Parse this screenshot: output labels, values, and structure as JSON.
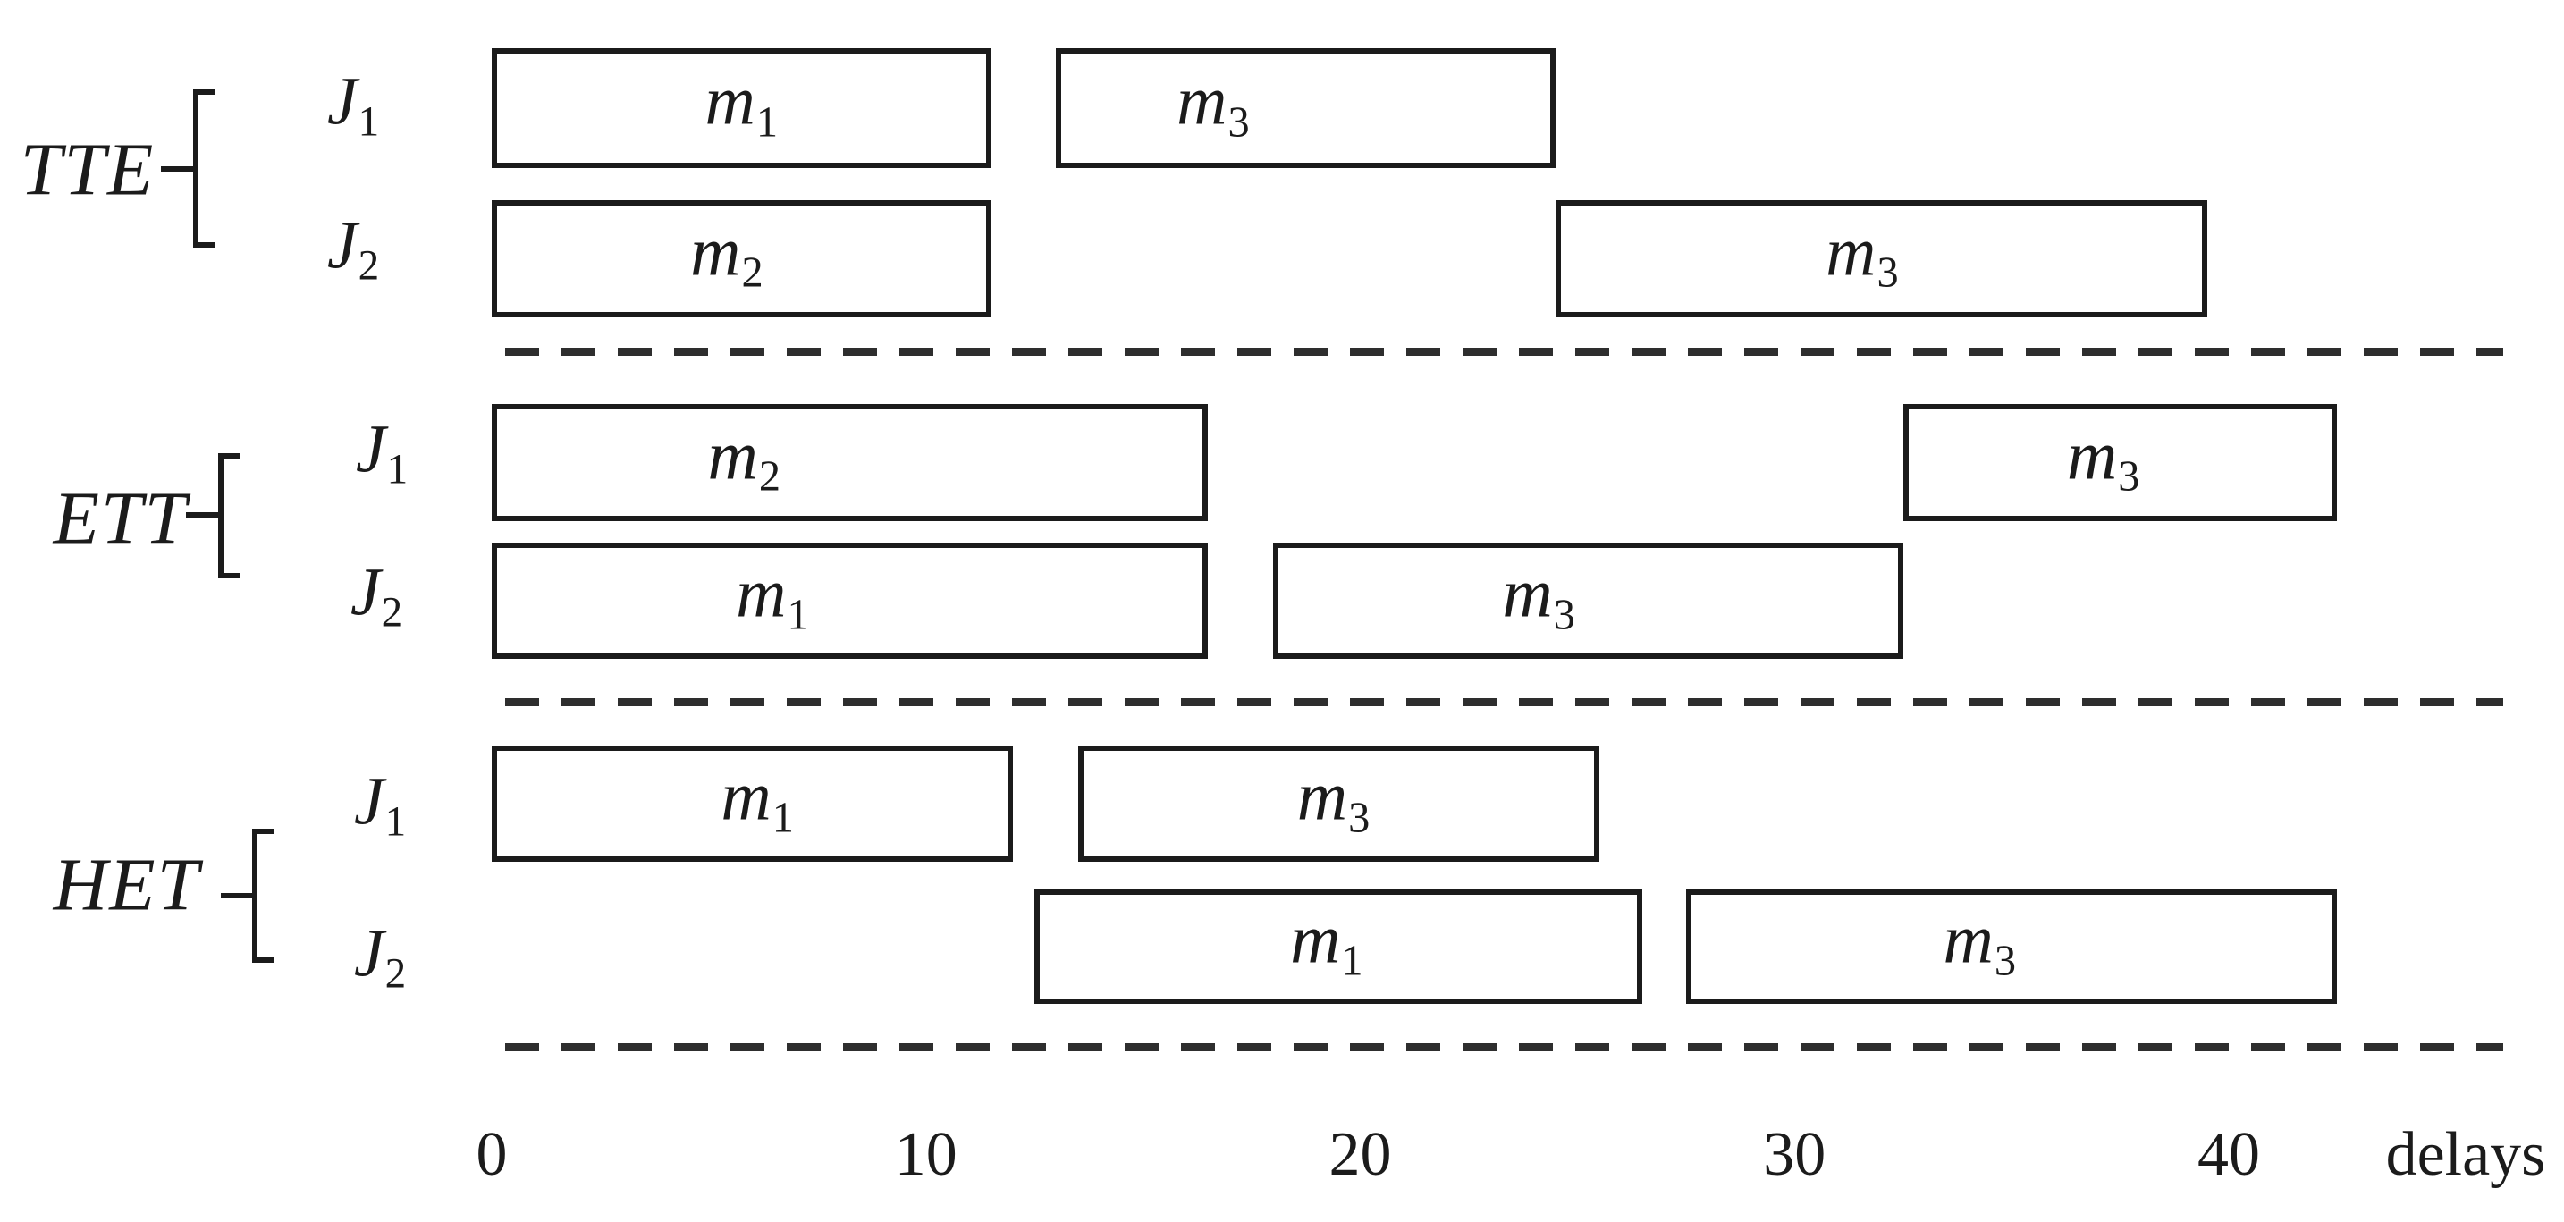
{
  "chart_data": {
    "type": "gantt",
    "title": "",
    "xlabel": "delays",
    "x_ticks": [
      0,
      10,
      20,
      30,
      40
    ],
    "xlim": [
      0,
      47
    ],
    "grid": false,
    "colors": {
      "stroke": "#1b1b1b",
      "background": "#ffffff"
    },
    "groups": [
      {
        "label": "TTE",
        "jobs": [
          {
            "label": "J",
            "sub": "1",
            "blocks": [
              {
                "machine": "m",
                "sub": "1",
                "start": 0,
                "end": 11.5
              },
              {
                "machine": "m",
                "sub": "3",
                "start": 13,
                "end": 24.5
              }
            ]
          },
          {
            "label": "J",
            "sub": "2",
            "blocks": [
              {
                "machine": "m",
                "sub": "2",
                "start": 0,
                "end": 11.5
              },
              {
                "machine": "m",
                "sub": "3",
                "start": 24.5,
                "end": 39.5
              }
            ]
          }
        ]
      },
      {
        "label": "ETT",
        "jobs": [
          {
            "label": "J",
            "sub": "1",
            "blocks": [
              {
                "machine": "m",
                "sub": "2",
                "start": 0,
                "end": 16.5
              },
              {
                "machine": "m",
                "sub": "3",
                "start": 32.5,
                "end": 42.5
              }
            ]
          },
          {
            "label": "J",
            "sub": "2",
            "blocks": [
              {
                "machine": "m",
                "sub": "1",
                "start": 0,
                "end": 16.5
              },
              {
                "machine": "m",
                "sub": "3",
                "start": 18,
                "end": 32.5
              }
            ]
          }
        ]
      },
      {
        "label": "HET",
        "jobs": [
          {
            "label": "J",
            "sub": "1",
            "blocks": [
              {
                "machine": "m",
                "sub": "1",
                "start": 0,
                "end": 12
              },
              {
                "machine": "m",
                "sub": "3",
                "start": 13.5,
                "end": 25.5
              }
            ]
          },
          {
            "label": "J",
            "sub": "2",
            "blocks": [
              {
                "machine": "m",
                "sub": "1",
                "start": 12.5,
                "end": 26.5
              },
              {
                "machine": "m",
                "sub": "3",
                "start": 27.5,
                "end": 42.5
              }
            ]
          }
        ]
      }
    ]
  }
}
